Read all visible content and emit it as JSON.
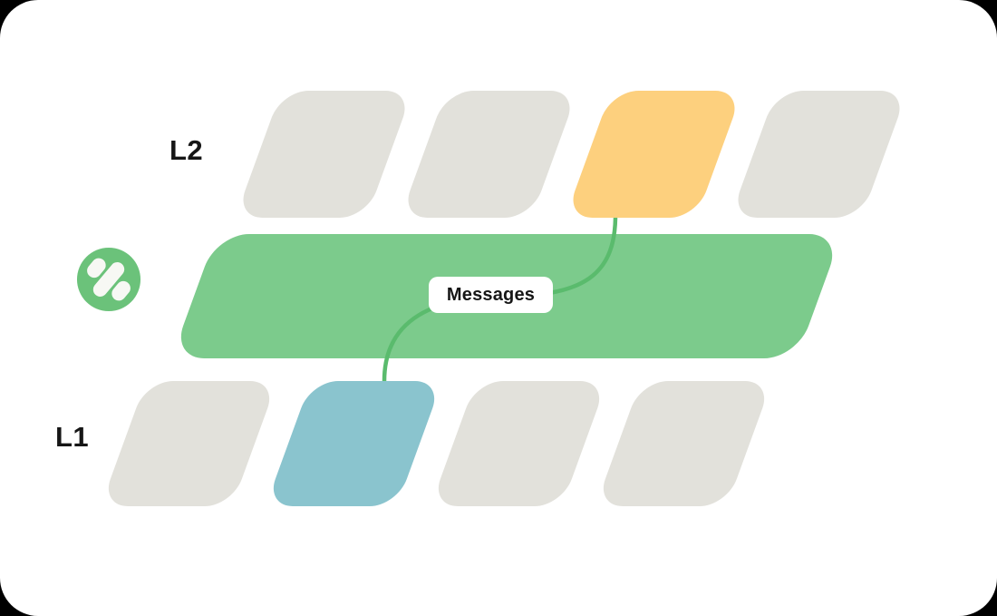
{
  "diagram": {
    "colors": {
      "page_behind": "#000000",
      "background": "#ffffff",
      "block_gray": "#e2e1db",
      "block_yellow": "#fdd07e",
      "block_blue": "#8ac4ce",
      "band_green": "#7ccb8c",
      "logo_green": "#6bc27a",
      "connector_green": "#5abb6d",
      "label_text": "#161616"
    },
    "logo": {
      "icon": "percent-logo-icon"
    },
    "l2_row": {
      "label": "L2",
      "blocks": [
        {
          "color": "gray"
        },
        {
          "color": "gray"
        },
        {
          "color": "yellow"
        },
        {
          "color": "gray"
        }
      ]
    },
    "band": {
      "label": "Messages"
    },
    "l1_row": {
      "label": "L1",
      "blocks": [
        {
          "color": "gray"
        },
        {
          "color": "blue"
        },
        {
          "color": "gray"
        },
        {
          "color": "gray"
        }
      ]
    }
  }
}
